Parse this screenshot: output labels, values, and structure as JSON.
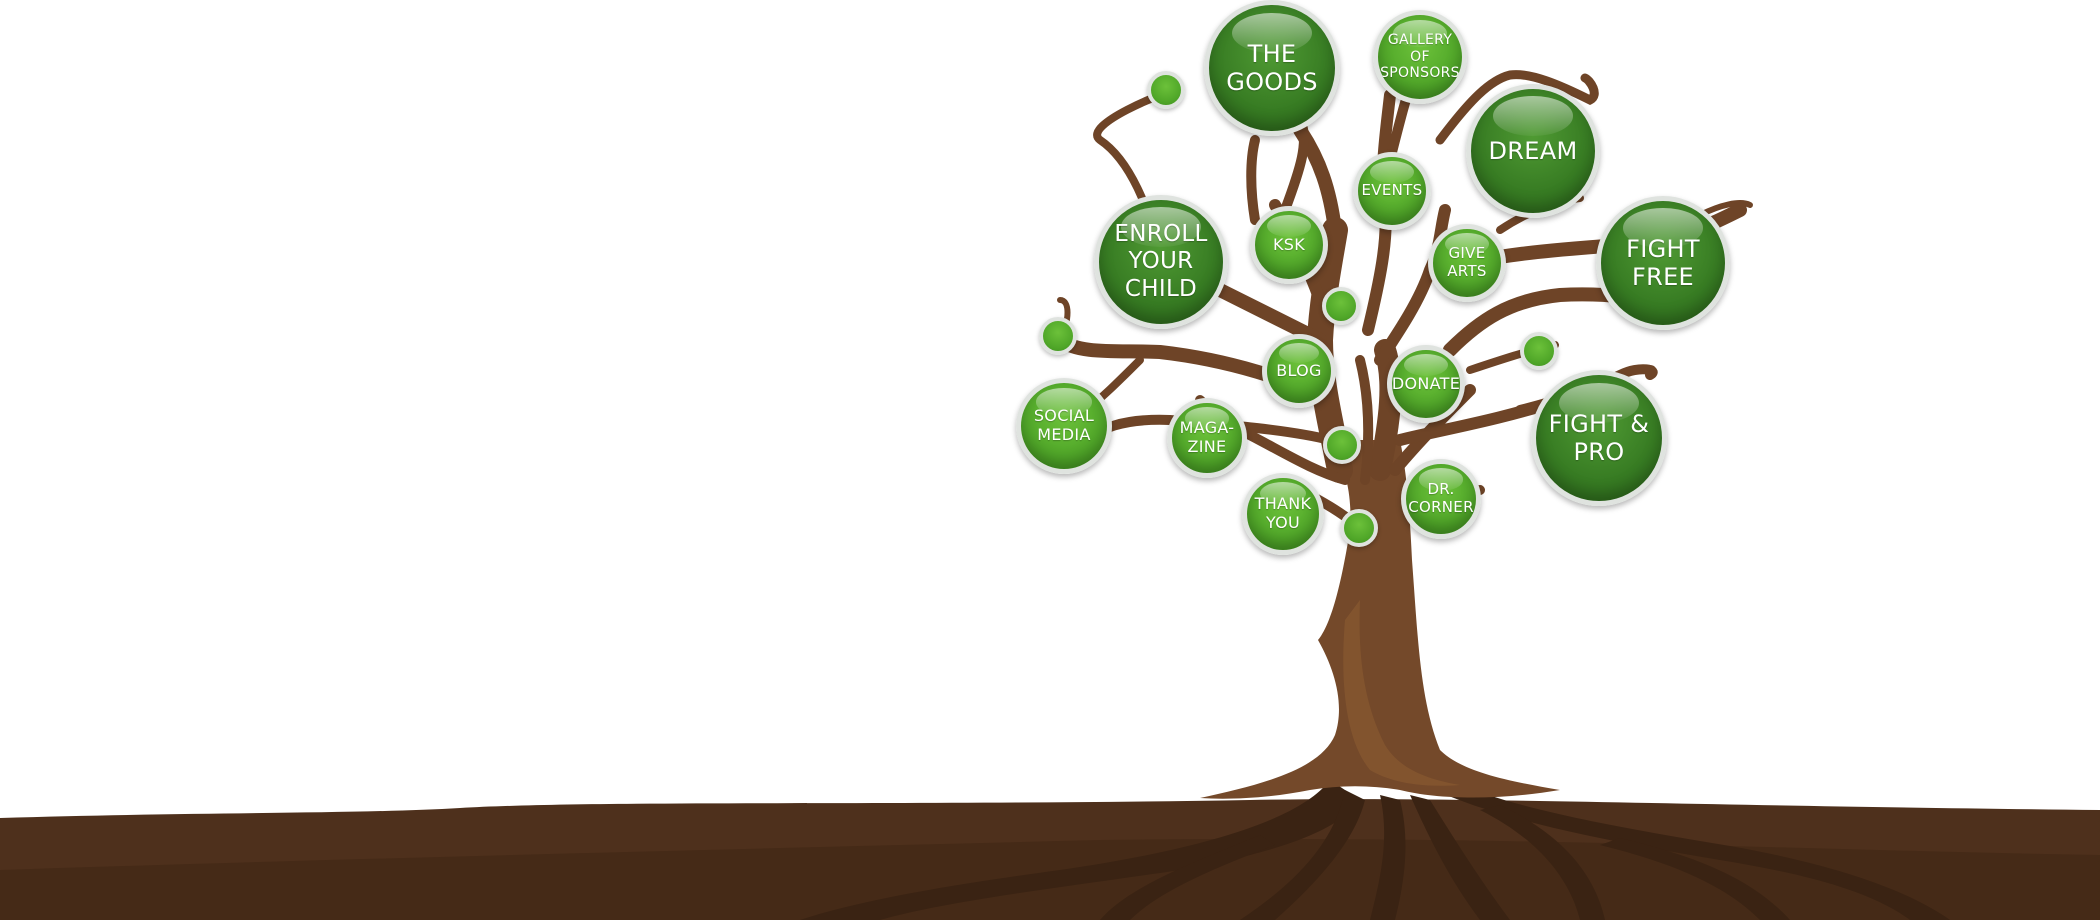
{
  "colors": {
    "trunk": "#74492a",
    "branch": "#6e4427",
    "ground": "#4e301c",
    "ground_dark": "#3d2514",
    "leaf_dark": "#367a22",
    "leaf_light": "#4fa628"
  },
  "nav": {
    "the_goods": "THE\nGOODS",
    "gallery_of_sponsors": "GALLERY OF\nSPONSORS",
    "dream": "DREAM",
    "events": "EVENTS",
    "enroll_your_child": "ENROLL\nYOUR CHILD",
    "ksk": "KSK",
    "give_arts": "GIVE\nARTS",
    "fight_free": "FIGHT\nFREE",
    "blog": "BLOG",
    "donate": "DONATE",
    "social_media": "SOCIAL\nMEDIA",
    "magazine": "MAGA-\nZINE",
    "fight_and_pro": "FIGHT &\nPRO",
    "dr_corner": "DR.\nCORNER",
    "thank_you": "THANK\nYOU"
  }
}
